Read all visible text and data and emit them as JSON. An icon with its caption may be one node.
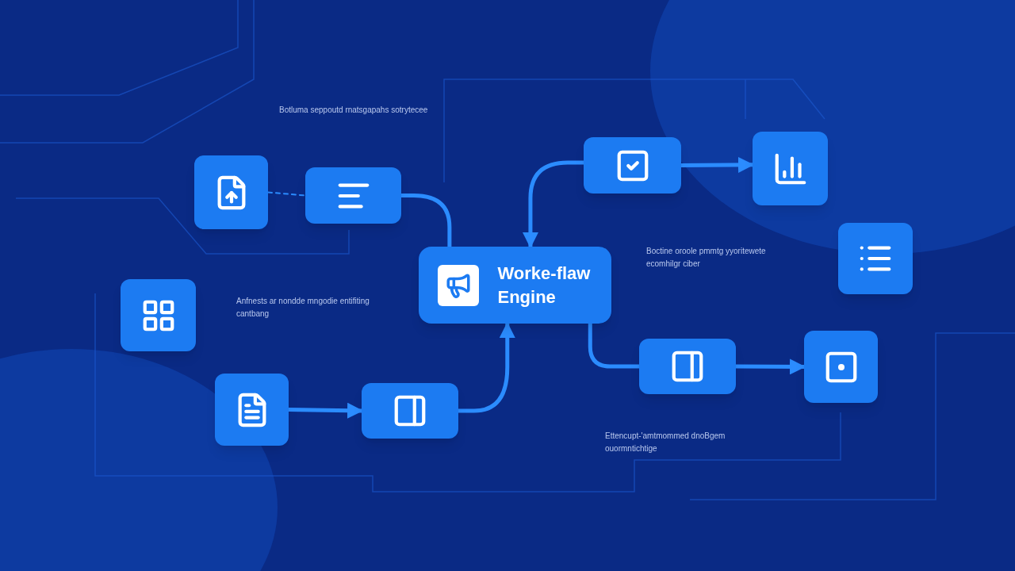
{
  "diagram": {
    "nodes": [
      {
        "text": [],
        "shape": "box"
      },
      {
        "text": [],
        "shape": "box"
      },
      {
        "text": [],
        "shape": "box"
      },
      {
        "text": [],
        "shape": "box"
      },
      {
        "text": [],
        "shape": "box"
      },
      {
        "text": [
          "Worke-flaw Engine"
        ]
      },
      {
        "text": [],
        "shape": "box"
      },
      {
        "text": [],
        "shape": "box"
      },
      {
        "text": [],
        "shape": "box"
      },
      {
        "text": [],
        "shape": "box"
      },
      {
        "text": [],
        "shape": "box"
      }
    ],
    "edges": [
      {
        "from": 0,
        "to": 1,
        "arrow": "none",
        "style": "dashed"
      },
      {
        "from": 1,
        "to": 5,
        "arrow": "none"
      },
      {
        "from": 3,
        "to": 4,
        "arrow": "to"
      },
      {
        "from": 4,
        "to": 5,
        "arrow": "to"
      },
      {
        "from": 6,
        "to": 5,
        "arrow": "to"
      },
      {
        "from": 6,
        "to": 7,
        "arrow": "to"
      },
      {
        "from": 5,
        "to": 9,
        "arrow": "none"
      },
      {
        "from": 9,
        "to": 10,
        "arrow": "to"
      }
    ],
    "labels": [
      "Botluma seppoutd rnatsgapahs sotrytecee",
      "Anfnests ar nondde mngodie entifiting cantbang",
      "Boctine oroole pmmtg yyoritewete ecomhilgr ciber",
      "Ettencupt-'amtmommed dnoBgem ouormntichtige"
    ]
  }
}
